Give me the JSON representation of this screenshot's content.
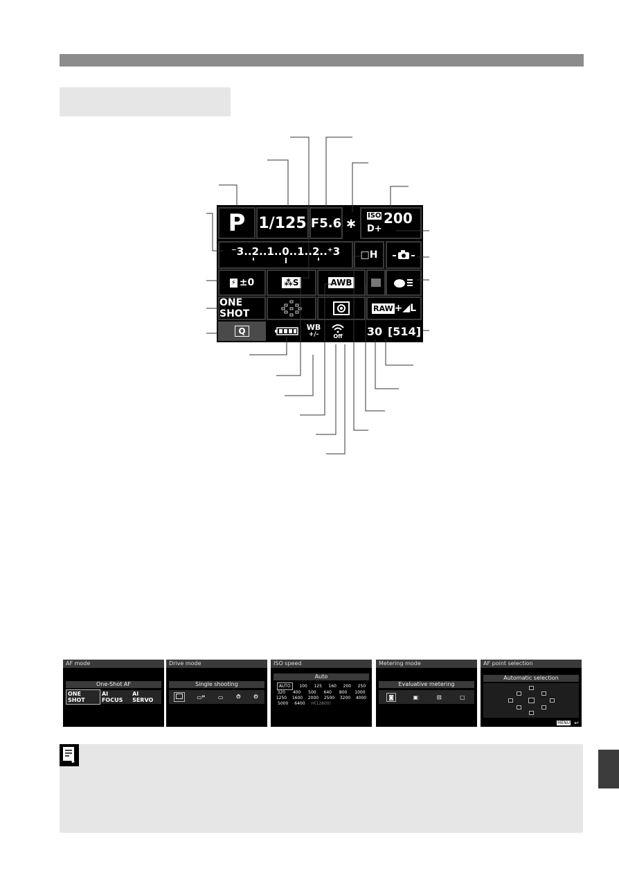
{
  "screen": {
    "mode": "P",
    "shutter": "1/125",
    "aperture": "F5.6",
    "ae_lock": "∗",
    "iso_label": "ISO",
    "iso_value": "200",
    "iso_dplus": "D+",
    "exposure_scale": "⁻3..2..1..0..1..2..⁺3",
    "drive": "□H",
    "flash_comp": "±0",
    "picture_style": "S",
    "white_balance": "AWB",
    "af_mode": "ONE SHOT",
    "quality_raw": "RAW",
    "quality_jpeg": "+◢L",
    "q_button": "Q",
    "wb_correction": "WB",
    "wb_sign": "+/-",
    "wifi_off": "Off",
    "max_burst": "30",
    "shots_remaining": "[514]"
  },
  "subscreens": [
    {
      "title": "AF mode",
      "selected": "One-Shot AF",
      "options": [
        "ONE SHOT",
        "AI FOCUS",
        "AI SERVO"
      ]
    },
    {
      "title": "Drive mode",
      "selected": "Single shooting"
    },
    {
      "title": "ISO speed",
      "selected": "Auto",
      "rows": [
        [
          "AUTO",
          "100",
          "125",
          "160",
          "200",
          "250"
        ],
        [
          "320",
          "400",
          "500",
          "640",
          "800",
          "1000"
        ],
        [
          "1250",
          "1600",
          "2000",
          "2500",
          "3200",
          "4000"
        ],
        [
          "5000",
          "6400",
          "H(12800)"
        ]
      ]
    },
    {
      "title": "Metering mode",
      "selected": "Evaluative metering"
    },
    {
      "title": "AF point selection",
      "selected": "Automatic selection",
      "menu": "MENU"
    }
  ],
  "colors": {
    "bar": "#8c8c8c",
    "box": "#e6e6e6",
    "screen": "#000000",
    "tab": "#3c3c3c"
  }
}
